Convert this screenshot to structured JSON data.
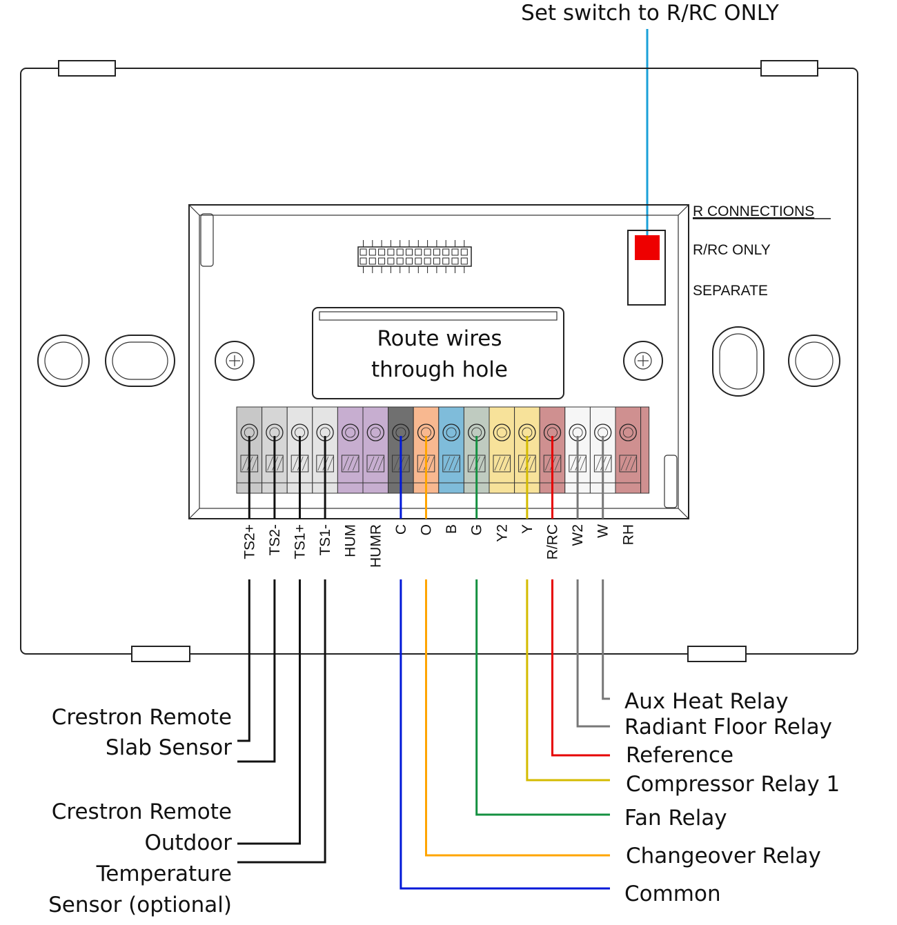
{
  "callout": {
    "set_switch": "Set switch to R/RC ONLY"
  },
  "switch_panel": {
    "heading": "R CONNECTIONS",
    "option_top": "R/RC ONLY",
    "option_bottom": "SEPARATE",
    "indicator_color": "#ee0000"
  },
  "hole_label": {
    "line1": "Route wires",
    "line2": "through hole"
  },
  "terminals": [
    {
      "label": "TS2+",
      "color": "#c8c8c8",
      "wire": "#111111"
    },
    {
      "label": "TS2-",
      "color": "#d6d6d6",
      "wire": "#111111"
    },
    {
      "label": "TS1+",
      "color": "#e4e4e4",
      "wire": "#111111"
    },
    {
      "label": "TS1-",
      "color": "#e4e4e4",
      "wire": "#111111"
    },
    {
      "label": "HUM",
      "color": "#c7aed0",
      "wire": ""
    },
    {
      "label": "HUMR",
      "color": "#c7aed0",
      "wire": ""
    },
    {
      "label": "C",
      "color": "#707070",
      "wire": "#0018d8"
    },
    {
      "label": "O",
      "color": "#f8b890",
      "wire": "#ffa500"
    },
    {
      "label": "B",
      "color": "#7fbcda",
      "wire": ""
    },
    {
      "label": "G",
      "color": "#bfcbc0",
      "wire": "#149040"
    },
    {
      "label": "Y2",
      "color": "#f7e29a",
      "wire": ""
    },
    {
      "label": "Y",
      "color": "#f7e29a",
      "wire": "#d4bb00"
    },
    {
      "label": "R/RC",
      "color": "#cf9090",
      "wire": "#e60000"
    },
    {
      "label": "W2",
      "color": "#f6f6f6",
      "wire": "#777777"
    },
    {
      "label": "W",
      "color": "#f6f6f6",
      "wire": "#777777"
    },
    {
      "label": "RH",
      "color": "#cf9090",
      "wire": ""
    }
  ],
  "left_labels": {
    "slab": [
      "Crestron Remote",
      "Slab Sensor"
    ],
    "outdoor": [
      "Crestron Remote",
      "Outdoor",
      "Temperature",
      "Sensor (optional)"
    ]
  },
  "right_labels": {
    "aux_heat": "Aux Heat Relay",
    "radiant_floor": "Radiant Floor Relay",
    "reference": "Reference",
    "compressor": "Compressor Relay 1",
    "fan": "Fan Relay",
    "changeover": "Changeover Relay",
    "common": "Common"
  },
  "callout_line_color": "#1aa0d8"
}
